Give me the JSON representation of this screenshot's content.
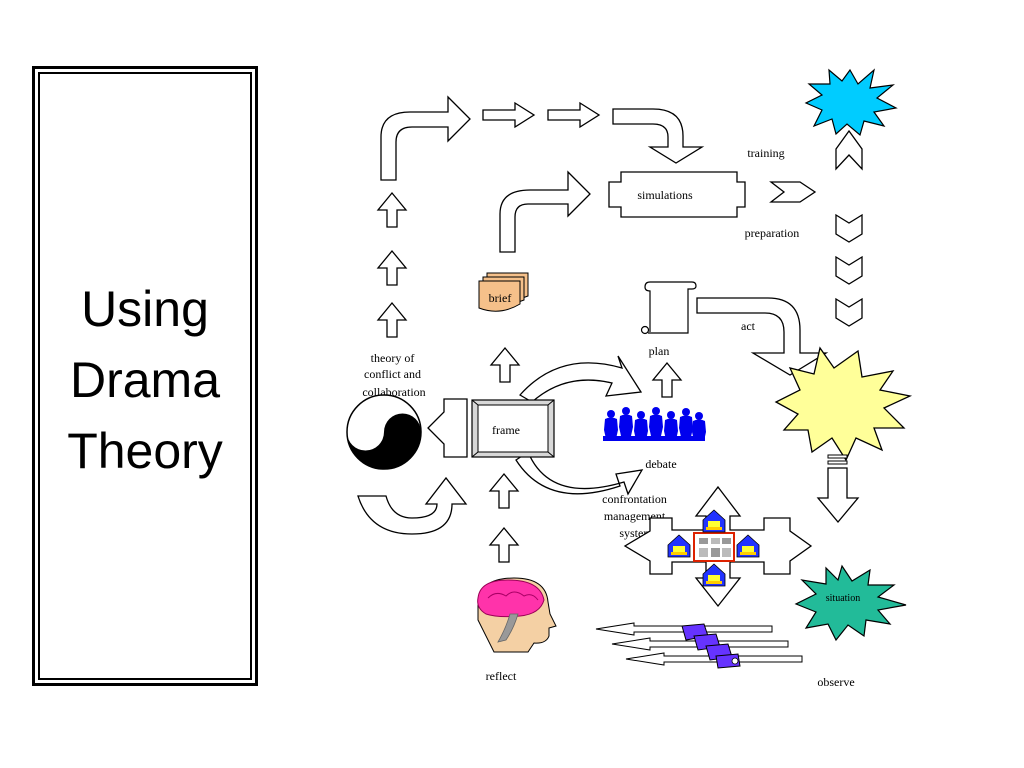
{
  "title": [
    "Using",
    "Drama",
    "Theory"
  ],
  "labels": {
    "training": "training",
    "simulations": "simulations",
    "preparation": "preparation",
    "brief": "brief",
    "act": "act",
    "plan": "plan",
    "theory": [
      "theory  of",
      "conflict and",
      "collaboration"
    ],
    "frame": "frame",
    "debate": "debate",
    "confrontation": [
      "confrontation",
      "management",
      "system"
    ],
    "situation": "situation",
    "reflect": "reflect",
    "observe": "observe"
  },
  "colors": {
    "starCyan": "#00ccff",
    "starYellow": "#ffff99",
    "starGreen": "#22bb99",
    "brief": "#f5c08a",
    "people": "#0000ee",
    "brain": "#ff33aa",
    "face": "#f4d0a4",
    "purple": "#6633ff"
  }
}
